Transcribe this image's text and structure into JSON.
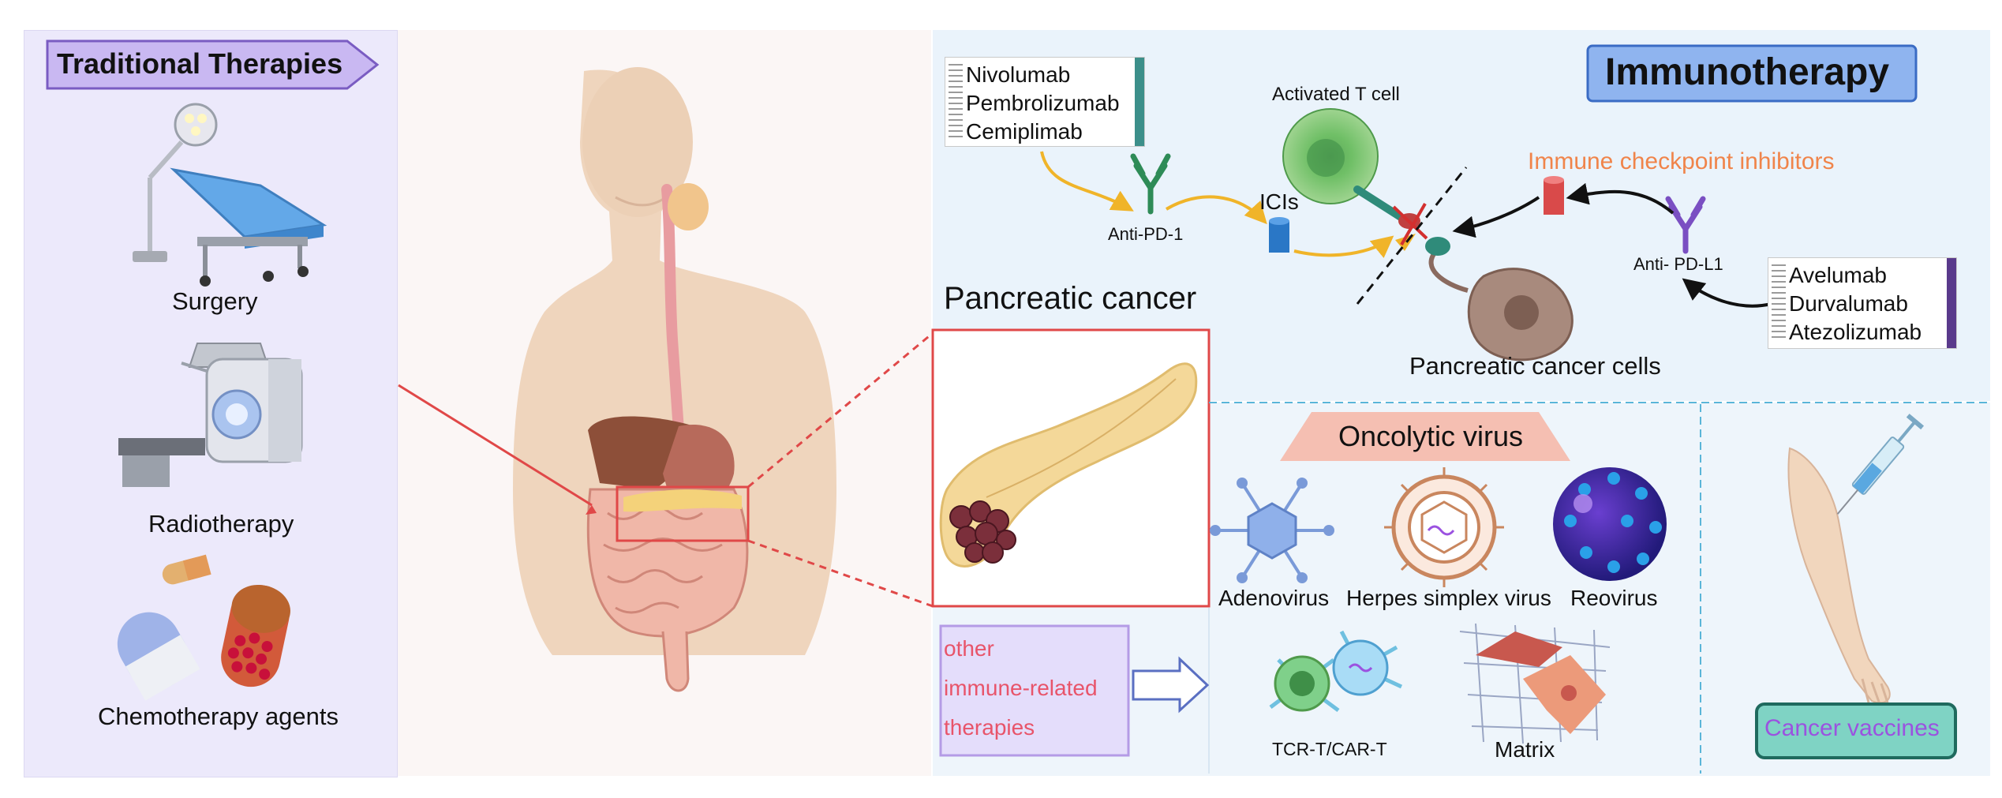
{
  "colors": {
    "traditional_bg": "#ece9fb",
    "center_bg": "#fbf6f5",
    "immuno_bg": "#eaf3fb",
    "accent_red": "#e04848",
    "orange_text": "#f0844a",
    "pink_text": "#e8546a",
    "purple_text": "#9b52e0",
    "vaccine_box": "#7fd3c4"
  },
  "traditional": {
    "title": "Traditional Therapies",
    "items": [
      {
        "label": "Surgery",
        "icon": "operating-table-icon"
      },
      {
        "label": "Radiotherapy",
        "icon": "radiotherapy-machine-icon"
      },
      {
        "label": "Chemotherapy agents",
        "icon": "capsules-icon"
      }
    ]
  },
  "center": {
    "pancreatic_title": "Pancreatic cancer"
  },
  "immunotherapy": {
    "title": "Immunotherapy",
    "pd1_drugs": [
      "Nivolumab",
      "Pembrolizumab",
      "Cemiplimab"
    ],
    "pdl1_drugs": [
      "Avelumab",
      "Durvalumab",
      "Atezolizumab"
    ],
    "anti_pd1_label": "Anti-PD-1",
    "anti_pdl1_label": "Anti- PD-L1",
    "icis_label": "ICIs",
    "t_cell_label": "Activated T cell",
    "checkpoint_label": "Immune checkpoint inhibitors",
    "cancer_cells_label": "Pancreatic cancer cells"
  },
  "oncolytic": {
    "title": "Oncolytic virus",
    "viruses": [
      "Adenovirus",
      "Herpes simplex virus",
      "Reovirus"
    ]
  },
  "other": {
    "lines": [
      "other",
      "immune-related",
      "therapies"
    ],
    "items": [
      "TCR-T/CAR-T",
      "Matrix"
    ]
  },
  "vaccines": {
    "label": "Cancer vaccines"
  }
}
